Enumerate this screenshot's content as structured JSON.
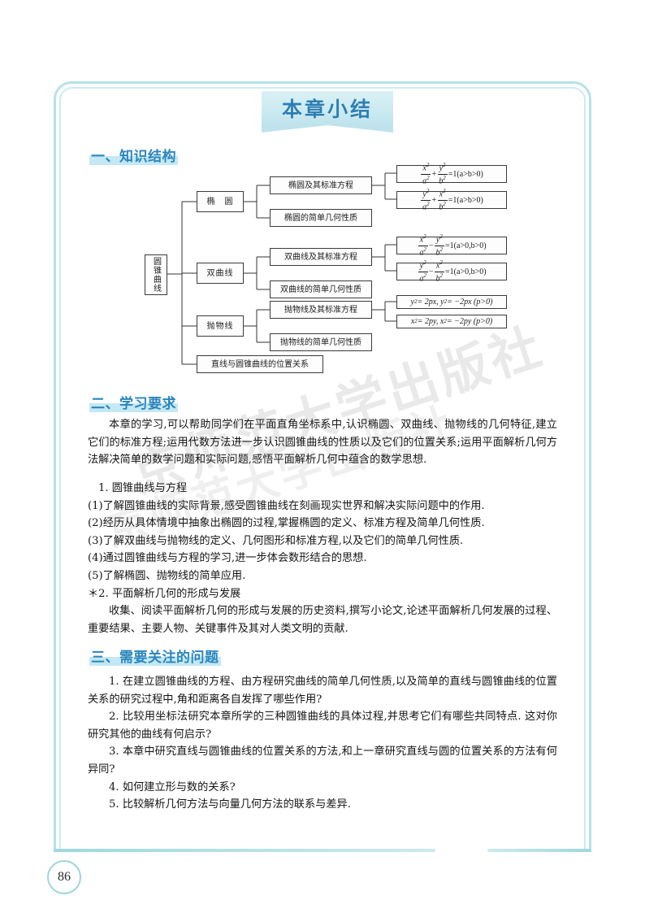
{
  "page": {
    "number": "86",
    "title": "本章小结",
    "watermark": "京师范大学出版社"
  },
  "sections": [
    {
      "id": "sec1",
      "label": "一、知识结构"
    },
    {
      "id": "sec2",
      "label": "二、学习要求"
    },
    {
      "id": "sec3",
      "label": "三、需要关注的问题"
    }
  ],
  "diagram": {
    "root": "圆锥曲线",
    "branches": [
      {
        "name": "椭　圆",
        "children": [
          {
            "label": "椭圆及其标准方程",
            "formulas": [
              "x²/a² + y²/b² =1(a>b>0)",
              "y²/a² + x²/b² =1(a>b>0)"
            ]
          },
          {
            "label": "椭圆的简单几何性质",
            "formulas": []
          }
        ]
      },
      {
        "name": "双曲线",
        "children": [
          {
            "label": "双曲线及其标准方程",
            "formulas": [
              "x²/a² − y²/b² =1(a>0,b>0)",
              "y²/a² − x²/b² =1(a>0,b>0)"
            ]
          },
          {
            "label": "双曲线的简单几何性质",
            "formulas": []
          }
        ]
      },
      {
        "name": "抛物线",
        "children": [
          {
            "label": "抛物线及其标准方程",
            "formulas": [
              "y² = 2px, y² = −2px (p>0)",
              "x² = 2py, x² = −2py (p>0)"
            ]
          },
          {
            "label": "抛物线的简单几何性质",
            "formulas": []
          }
        ]
      }
    ],
    "tail": "直线与圆锥曲线的位置关系",
    "formula_boxes": {
      "ellipse_1": {
        "n1": "x",
        "d1": "a",
        "op": "+",
        "n2": "y",
        "d2": "b",
        "cond": "=1(a>b>0)"
      },
      "ellipse_2": {
        "n1": "y",
        "d1": "a",
        "op": "+",
        "n2": "x",
        "d2": "b",
        "cond": "=1(a>b>0)"
      },
      "hyperbola_1": {
        "n1": "x",
        "d1": "a",
        "op": "−",
        "n2": "y",
        "d2": "b",
        "cond": "=1(a>0,b>0)"
      },
      "hyperbola_2": {
        "n1": "y",
        "d1": "a",
        "op": "−",
        "n2": "x",
        "d2": "b",
        "cond": "=1(a>0,b>0)"
      },
      "parabola_1": "y² = 2px, y² = −2px (p>0)",
      "parabola_2": "x² = 2py, x² = −2py (p>0)"
    }
  },
  "study_requirements": {
    "intro": "本章的学习,可以帮助同学们在平面直角坐标系中,认识椭圆、双曲线、抛物线的几何特征,建立它们的标准方程;运用代数方法进一步认识圆锥曲线的性质以及它们的位置关系;运用平面解析几何方法解决简单的数学问题和实际问题,感悟平面解析几何中蕴含的数学思想.",
    "item1_title": "1. 圆锥曲线与方程",
    "item1_points": [
      "(1)了解圆锥曲线的实际背景,感受圆锥曲线在刻画现实世界和解决实际问题中的作用.",
      "(2)经历从具体情境中抽象出椭圆的过程,掌握椭圆的定义、标准方程及简单几何性质.",
      "(3)了解双曲线与抛物线的定义、几何图形和标准方程,以及它们的简单几何性质.",
      "(4)通过圆锥曲线与方程的学习,进一步体会数形结合的思想.",
      "(5)了解椭圆、抛物线的简单应用."
    ],
    "item2_title": "＊2. 平面解析几何的形成与发展",
    "item2_body": "收集、阅读平面解析几何的形成与发展的历史资料,撰写小论文,论述平面解析几何发展的过程、重要结果、主要人物、关键事件及其对人类文明的贡献."
  },
  "key_questions": [
    "1. 在建立圆锥曲线的方程、由方程研究曲线的简单几何性质,以及简单的直线与圆锥曲线的位置关系的研究过程中,角和距离各自发挥了哪些作用?",
    "2. 比较用坐标法研究本章所学的三种圆锥曲线的具体过程,并思考它们有哪些共同特点. 这对你研究其他的曲线有何启示?",
    "3. 本章中研究直线与圆锥曲线的位置关系的方法,和上一章研究直线与圆的位置关系的方法有何异同?",
    "4. 如何建立形与数的关系?",
    "5. 比较解析几何方法与向量几何方法的联系与差异."
  ],
  "colors": {
    "frame": "#a8dde4",
    "title": "#2d7fb3",
    "heading": "#2a86bd",
    "banner": "#cbeaf1"
  }
}
